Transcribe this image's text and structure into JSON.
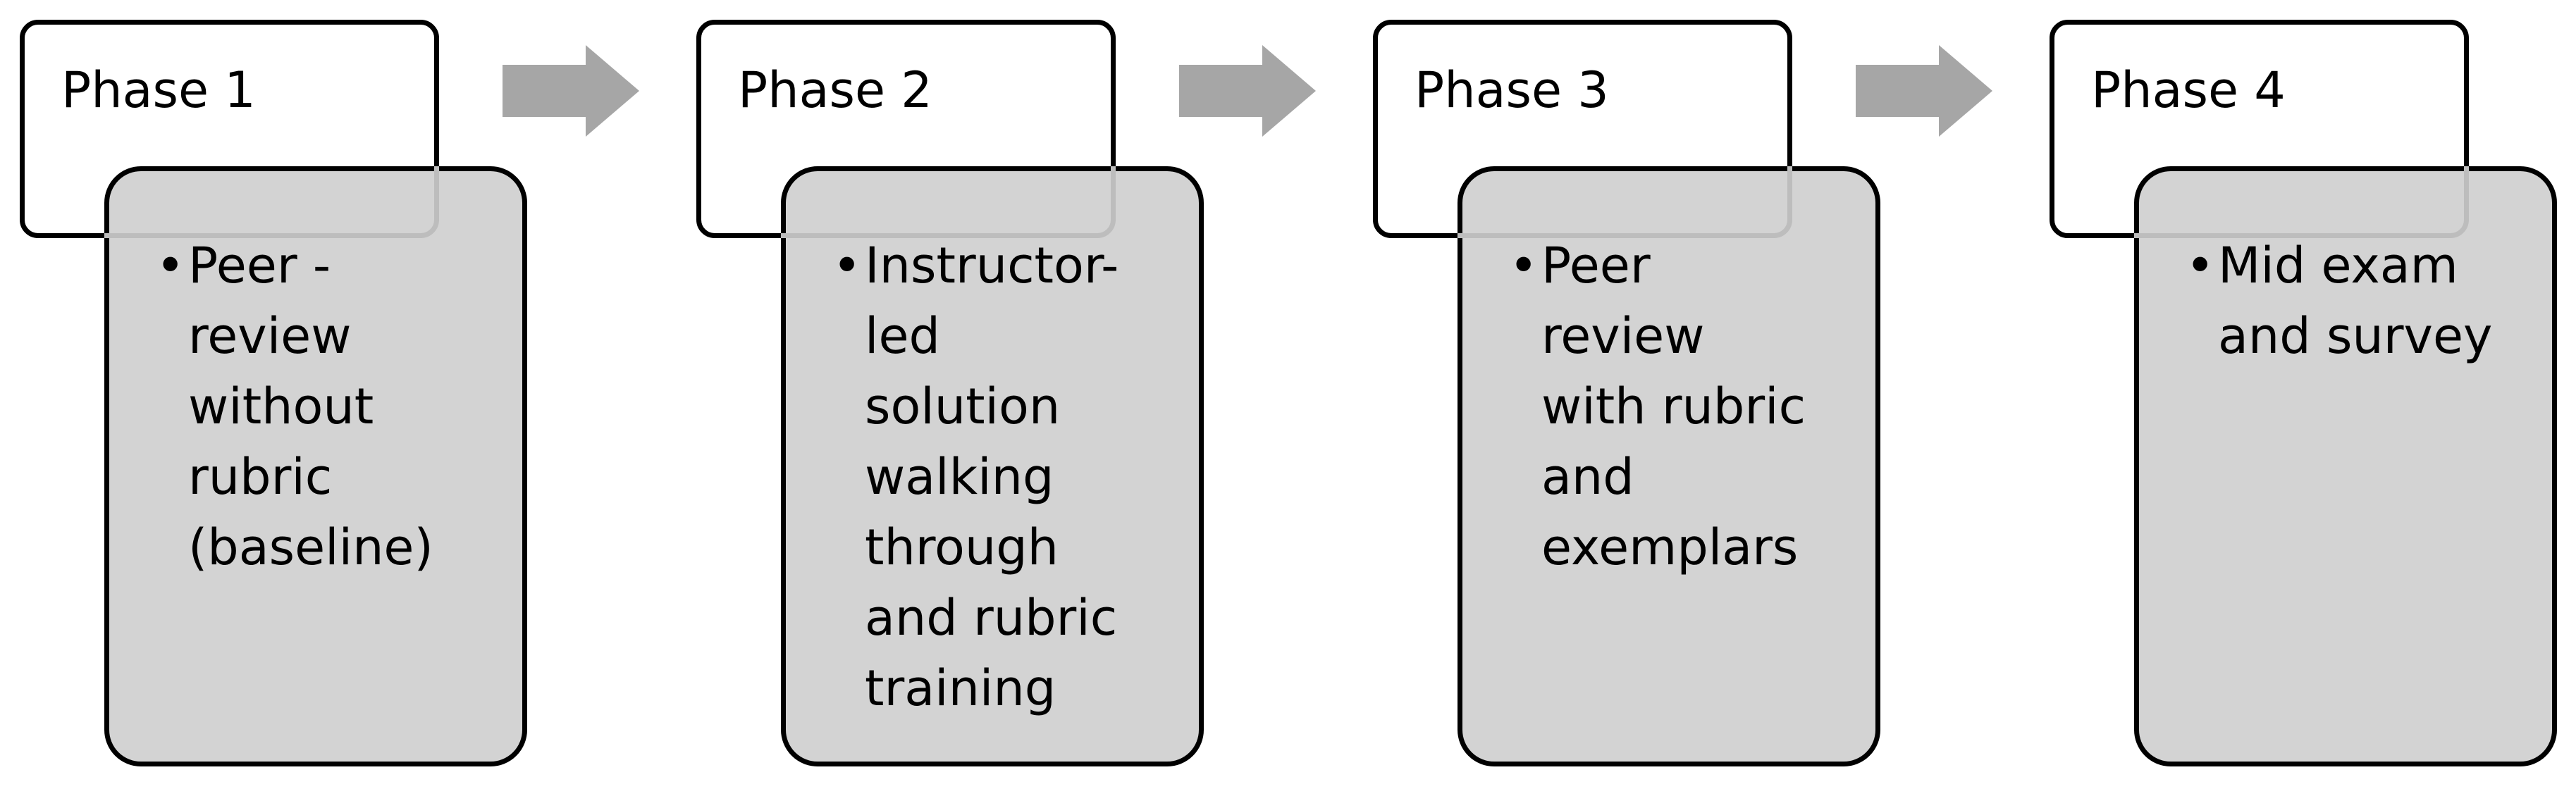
{
  "diagram": {
    "phases": [
      {
        "label": "Phase 1",
        "text": "Peer -\nreview\nwithout\nrubric\n(baseline)"
      },
      {
        "label": "Phase 2",
        "text": "Instructor-\nled\nsolution\nwalking\nthrough\nand rubric\ntraining"
      },
      {
        "label": "Phase 3",
        "text": "Peer\nreview\nwith rubric\nand\nexemplars"
      },
      {
        "label": "Phase 4",
        "text": "Mid exam\nand survey"
      }
    ],
    "colors": {
      "content_fill": "#d3d3d3",
      "label_fill": "#ffffff",
      "arrow_fill": "#a6a6a6",
      "stroke": "#000000"
    }
  }
}
